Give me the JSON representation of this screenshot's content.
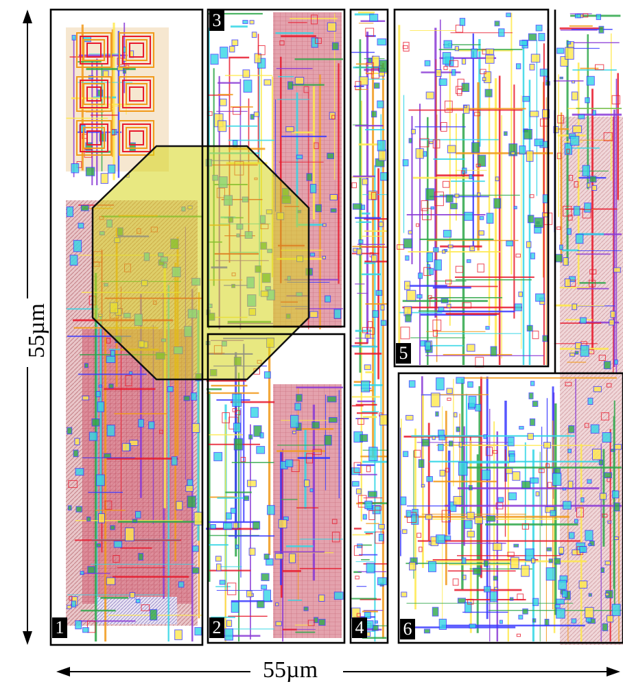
{
  "axes": {
    "vertical_label": "55µm",
    "horizontal_label": "55µm"
  },
  "blocks": [
    {
      "id": "1",
      "label": "1"
    },
    {
      "id": "2",
      "label": "2"
    },
    {
      "id": "3",
      "label": "3"
    },
    {
      "id": "4",
      "label": "4"
    },
    {
      "id": "5",
      "label": "5"
    },
    {
      "id": "6",
      "label": "6"
    }
  ],
  "colors": {
    "background": "#ffffff",
    "outline": "#000000",
    "metal_red": "#e8192c",
    "metal_blue": "#3a3aff",
    "metal_cyan": "#33d6e6",
    "metal_purple": "#8a3ad6",
    "metal_yellow": "#ffe94d",
    "metal_orange": "#f29a1a",
    "poly_green": "#2ea84a",
    "substrate_pink": "#d9a3a8",
    "octagon_fill": "#d6d61a"
  }
}
